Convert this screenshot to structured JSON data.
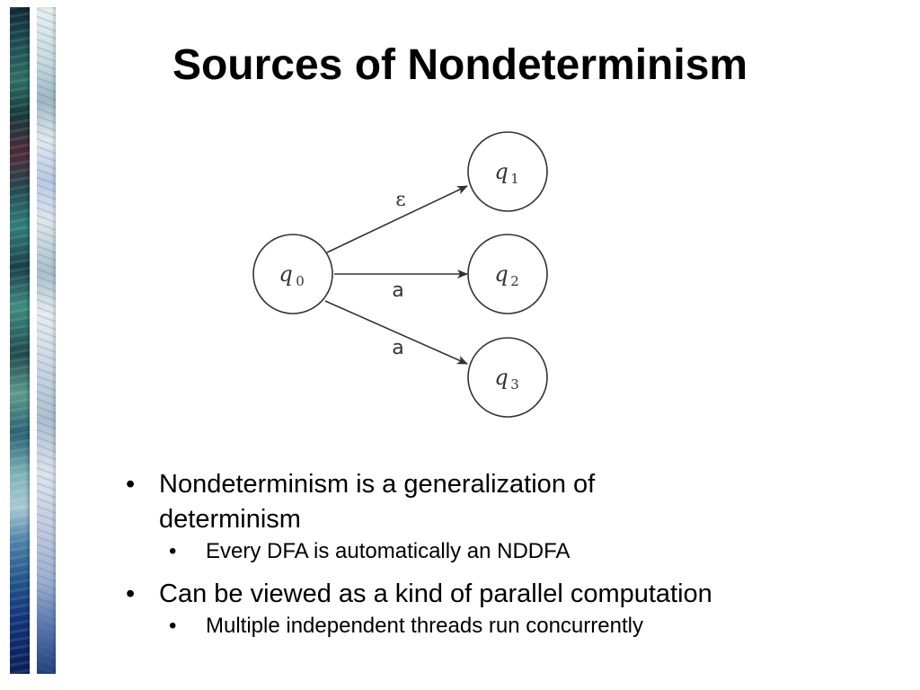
{
  "slide": {
    "title": "Sources of Nondeterminism"
  },
  "diagram": {
    "states": [
      {
        "id": "q0",
        "base": "q",
        "sub": "0"
      },
      {
        "id": "q1",
        "base": "q",
        "sub": "1"
      },
      {
        "id": "q2",
        "base": "q",
        "sub": "2"
      },
      {
        "id": "q3",
        "base": "q",
        "sub": "3"
      }
    ],
    "transitions": [
      {
        "from": "q0",
        "to": "q1",
        "label": "ε"
      },
      {
        "from": "q0",
        "to": "q2",
        "label": "a"
      },
      {
        "from": "q0",
        "to": "q3",
        "label": "a"
      }
    ]
  },
  "bullets": [
    {
      "text": "Nondeterminism is a generalization of determinism",
      "line1": "Nondeterminism is a generalization of",
      "line2": "determinism",
      "sub": [
        "Every DFA is automatically an NDDFA"
      ]
    },
    {
      "text": "Can be viewed as a kind of parallel computation",
      "sub": [
        "Multiple independent threads run concurrently"
      ]
    }
  ],
  "bullet_glyph": "•",
  "colors": {
    "stroke": "#333333",
    "text": "#000000"
  }
}
